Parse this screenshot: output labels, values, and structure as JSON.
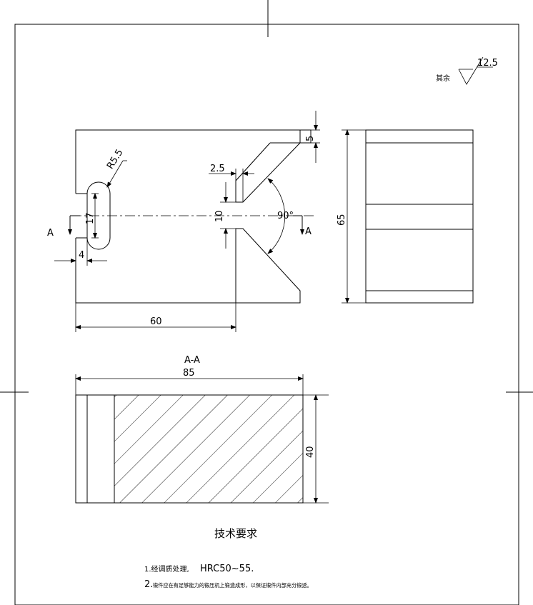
{
  "surface_finish": {
    "note": "其余",
    "value": "12.5"
  },
  "dimensions": {
    "r55": "R5.5",
    "d25": "2.5",
    "d5": "5",
    "d17": "17",
    "d10": "10",
    "d4": "4",
    "d60": "60",
    "d65": "65",
    "d85": "85",
    "d40": "40",
    "angle": "90°"
  },
  "section": {
    "mark": "A",
    "title": "A-A"
  },
  "tech": {
    "heading": "技术要求",
    "line1_prefix": "1.经调质处理,",
    "line1_value": "HRC50~55.",
    "line2_prefix": "2.",
    "line2_text": "锻件应在有足够能力的锻压机上锻造成形，以保证锻件内部充分锻透。"
  }
}
